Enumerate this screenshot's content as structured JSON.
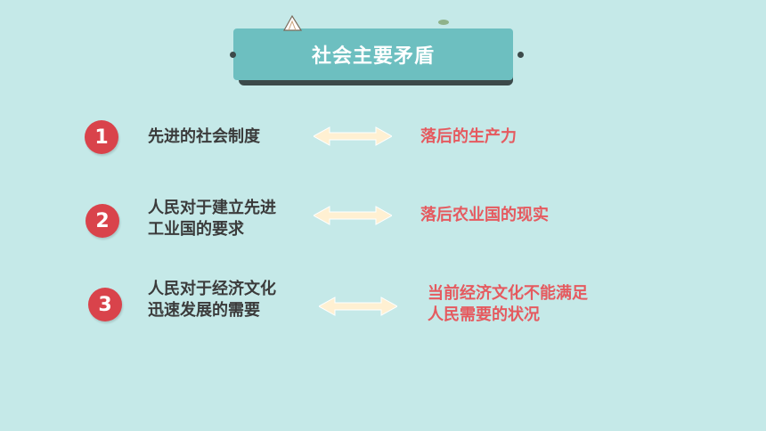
{
  "banner": {
    "title": "社会主要矛盾"
  },
  "rows": [
    {
      "number": "1",
      "left_lines": [
        "先进的社会制度"
      ],
      "right_lines": [
        "落后的生产力"
      ]
    },
    {
      "number": "2",
      "left_lines": [
        "人民对于建立先进",
        "工业国的要求"
      ],
      "right_lines": [
        "落后农业国的现实"
      ]
    },
    {
      "number": "3",
      "left_lines": [
        "人民对于经济文化",
        "迅速发展的需要"
      ],
      "right_lines": [
        "当前经济文化不能满足",
        "人民需要的状况"
      ]
    }
  ],
  "colors": {
    "background": "#c5e9e8",
    "banner": "#6dbfc0",
    "number_circle": "#d9434b",
    "left_text": "#3b3b3b",
    "right_text": "#e55a5f",
    "arrow": "#ffefcc"
  }
}
